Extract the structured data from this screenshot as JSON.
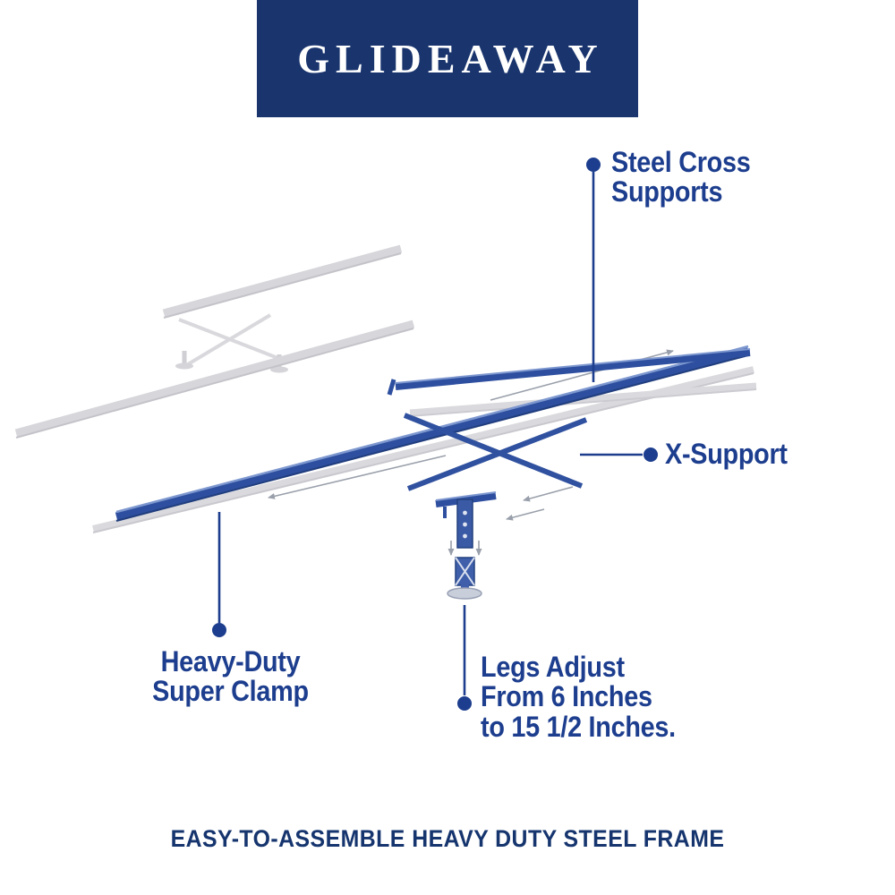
{
  "brand": {
    "name": "GLIDEAWAY"
  },
  "callouts": [
    {
      "id": "steel-cross-supports",
      "lines": [
        "Steel Cross",
        "Supports"
      ]
    },
    {
      "id": "x-support",
      "lines": [
        "X-Support"
      ]
    },
    {
      "id": "super-clamp",
      "lines": [
        "Heavy-Duty",
        "Super Clamp"
      ]
    },
    {
      "id": "legs-adjust",
      "lines": [
        "Legs Adjust",
        "From 6 Inches",
        "to 15 1/2 Inches."
      ]
    }
  ],
  "caption": "EASY-TO-ASSEMBLE HEAVY DUTY STEEL FRAME",
  "colors": {
    "banner_bg": "#1a356e",
    "banner_text": "#ffffff",
    "callout_text": "#1d3e8e",
    "caption_text": "#16356e",
    "leader": "#1d3e8e",
    "frame_highlight": "#2e4f9f",
    "frame_faded": "#d6d6db"
  }
}
